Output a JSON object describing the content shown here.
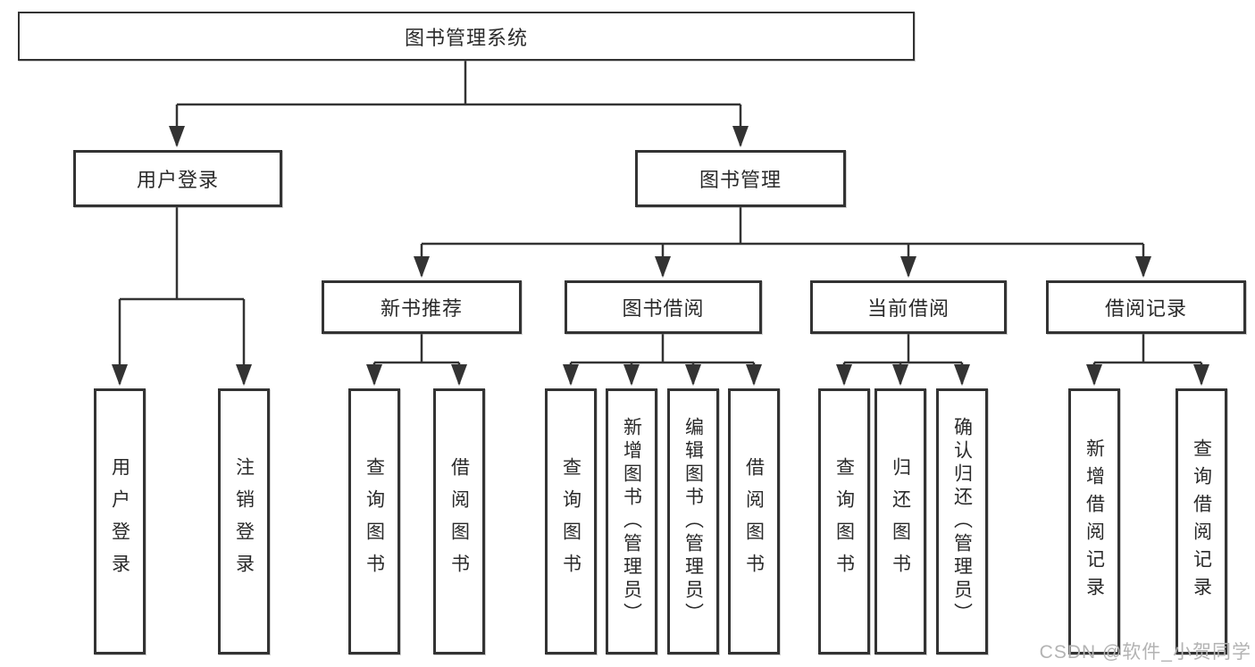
{
  "tree": {
    "label": "图书管理系统",
    "children": [
      {
        "label": "用户登录",
        "children": [
          {
            "label": "用户登录"
          },
          {
            "label": "注销登录"
          }
        ]
      },
      {
        "label": "图书管理",
        "children": [
          {
            "label": "新书推荐",
            "children": [
              {
                "label": "查询图书"
              },
              {
                "label": "借阅图书"
              }
            ]
          },
          {
            "label": "图书借阅",
            "children": [
              {
                "label": "查询图书"
              },
              {
                "label": "新增图书（管理员）"
              },
              {
                "label": "编辑图书（管理员）"
              },
              {
                "label": "借阅图书"
              }
            ]
          },
          {
            "label": "当前借阅",
            "children": [
              {
                "label": "查询图书"
              },
              {
                "label": "归还图书"
              },
              {
                "label": "确认归还（管理员）"
              }
            ]
          },
          {
            "label": "借阅记录",
            "children": [
              {
                "label": "新增借阅记录"
              },
              {
                "label": "查询借阅记录"
              }
            ]
          }
        ]
      }
    ]
  },
  "watermark": {
    "text": "CSDN @软件_小贺同学"
  },
  "colors": {
    "line": "#333333",
    "text": "#2a2a2a",
    "background": "#ffffff",
    "watermark": "#b3b3b3"
  }
}
